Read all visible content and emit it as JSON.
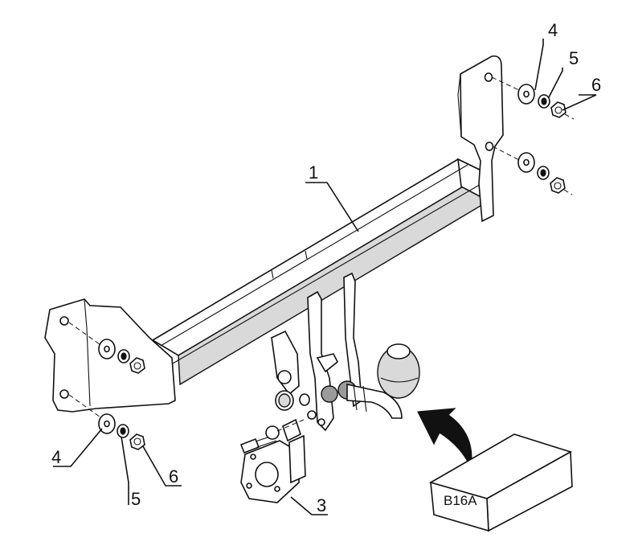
{
  "callouts": {
    "c1": "1",
    "c3": "3",
    "c4_top": "4",
    "c5_top": "5",
    "c6_top": "6",
    "c4_bottom": "4",
    "c5_bottom": "5",
    "c6_bottom": "6"
  },
  "vehicle_code": "B16A",
  "colors": {
    "line": "#111111",
    "fill": "#ffffff",
    "shade": "#d9d9d9",
    "dark": "#9a9a9a"
  }
}
